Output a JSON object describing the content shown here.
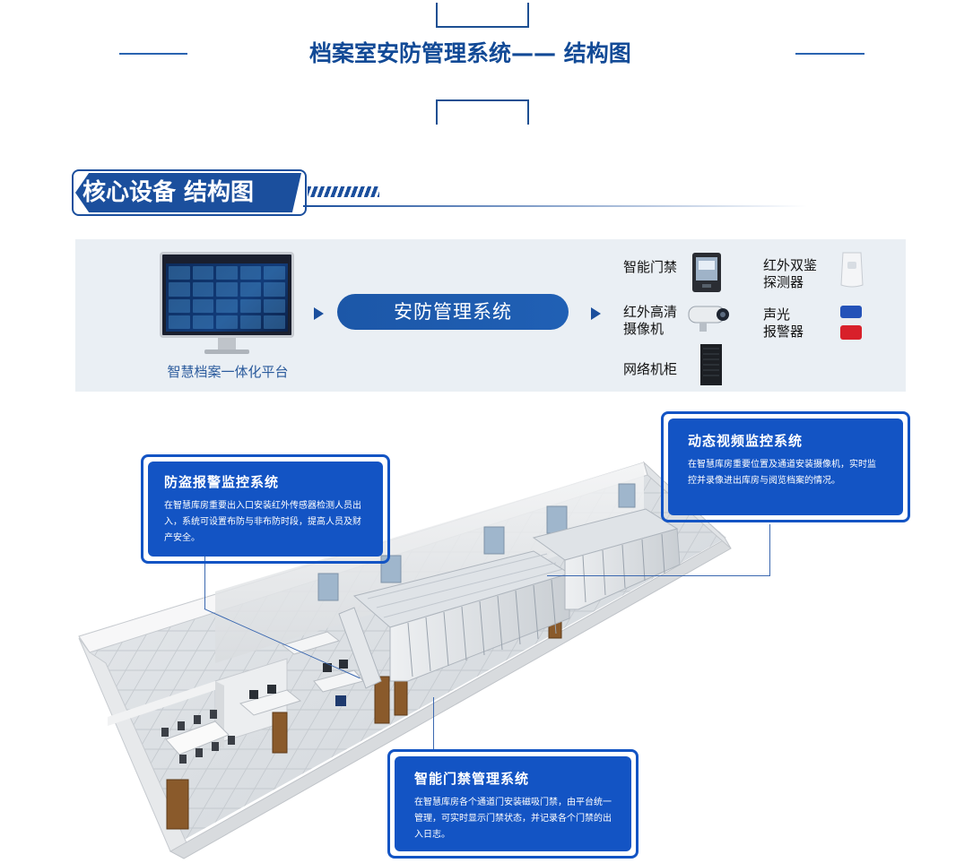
{
  "header": {
    "title": "档案室安防管理系统—— 结构图"
  },
  "section": {
    "tag": "核心设备 结构图"
  },
  "panel": {
    "platform_label": "智慧档案一体化平台",
    "center_label": "安防管理系统",
    "devices": [
      {
        "label_1": "智能门禁",
        "label_2": "",
        "icon": "access-terminal-icon"
      },
      {
        "label_1": "红外高清",
        "label_2": "摄像机",
        "icon": "camera-icon"
      },
      {
        "label_1": "网络机柜",
        "label_2": "",
        "icon": "rack-icon"
      },
      {
        "label_1": "红外双鉴",
        "label_2": "探测器",
        "icon": "detector-icon"
      },
      {
        "label_1": "声光",
        "label_2": "报警器",
        "icon": "alarm-icon"
      }
    ]
  },
  "info_boxes": {
    "alarm": {
      "title": "防盗报警监控系统",
      "text": "在智慧库房重要出入口安装红外传感器检测人员出入，系统可设置布防与非布防时段，提高人员及财产安全。"
    },
    "video": {
      "title": "动态视频监控系统",
      "text": "在智慧库房重要位置及通道安装摄像机，实时监控并录像进出库房与阅览档案的情况。"
    },
    "access": {
      "title": "智能门禁管理系统",
      "text": "在智慧库房各个通道门安装磁吸门禁，由平台统一管理，可实时显示门禁状态，并记录各个门禁的出入日志。"
    }
  },
  "colors": {
    "brand_blue": "#1354c4",
    "title_blue": "#124a96",
    "panel_bg": "#eaeff4"
  }
}
